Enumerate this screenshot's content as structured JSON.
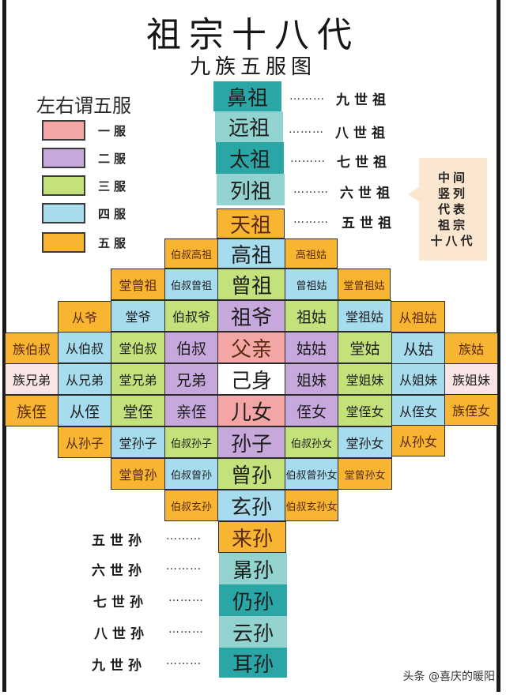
{
  "title": "祖宗十八代",
  "subtitle": "九族五服图",
  "legend": {
    "title": "左右谓五服",
    "items": [
      {
        "label": "一服",
        "color": "#f4a6a6"
      },
      {
        "label": "二服",
        "color": "#c7a8dc"
      },
      {
        "label": "三服",
        "color": "#c3e27c"
      },
      {
        "label": "四服",
        "color": "#a6dcee"
      },
      {
        "label": "五服",
        "color": "#f7b531"
      }
    ]
  },
  "callout": {
    "lines": [
      "中间",
      "竖列",
      "代表",
      "祖宗",
      "十八代"
    ]
  },
  "ancestors": [
    {
      "name": "鼻祖",
      "generation": "九世祖"
    },
    {
      "name": "远祖",
      "generation": "八世祖"
    },
    {
      "name": "太祖",
      "generation": "七世祖"
    },
    {
      "name": "列祖",
      "generation": "六世祖"
    },
    {
      "name": "天祖",
      "generation": "五世祖"
    }
  ],
  "dots": "………",
  "grid": {
    "row_gaozu": [
      "伯叔高祖",
      "高祖",
      "高祖姑"
    ],
    "row_zengzu": [
      "堂曾祖",
      "伯叔曾祖",
      "曾祖",
      "曾祖姑",
      "堂曾祖姑"
    ],
    "row_zuye": [
      "从爷",
      "堂爷",
      "伯叔爷",
      "祖爷",
      "祖姑",
      "堂祖姑",
      "从祖姑"
    ],
    "row_fuqin": [
      "族伯叔",
      "从伯叔",
      "堂伯叔",
      "伯叔",
      "父亲",
      "姑姑",
      "堂姑",
      "从姑",
      "族姑"
    ],
    "row_jishen": [
      "族兄弟",
      "从兄弟",
      "堂兄弟",
      "兄弟",
      "己身",
      "姐妹",
      "堂姐妹",
      "从姐妹",
      "族姐妹"
    ],
    "row_ernv": [
      "族侄",
      "从侄",
      "堂侄",
      "亲侄",
      "儿女",
      "侄女",
      "堂侄女",
      "从侄女",
      "族侄女"
    ],
    "row_sunzi": [
      "从孙子",
      "堂孙子",
      "伯叔孙子",
      "孙子",
      "伯叔孙女",
      "堂孙女",
      "从孙女"
    ],
    "row_zengsun": [
      "堂曾孙",
      "伯叔曾孙",
      "曾孙",
      "伯叔曾孙女",
      "堂曾孙女"
    ],
    "row_xuansun": [
      "伯叔玄孙",
      "玄孙",
      "伯叔玄孙女"
    ]
  },
  "descendants": [
    {
      "name": "来孙",
      "generation": "五世孙"
    },
    {
      "name": "晜孙",
      "generation": "六世孙"
    },
    {
      "name": "仍孙",
      "generation": "七世孙"
    },
    {
      "name": "云孙",
      "generation": "八世孙"
    },
    {
      "name": "耳孙",
      "generation": "九世孙"
    }
  ],
  "watermark": "头条 @喜庆的暖阳"
}
